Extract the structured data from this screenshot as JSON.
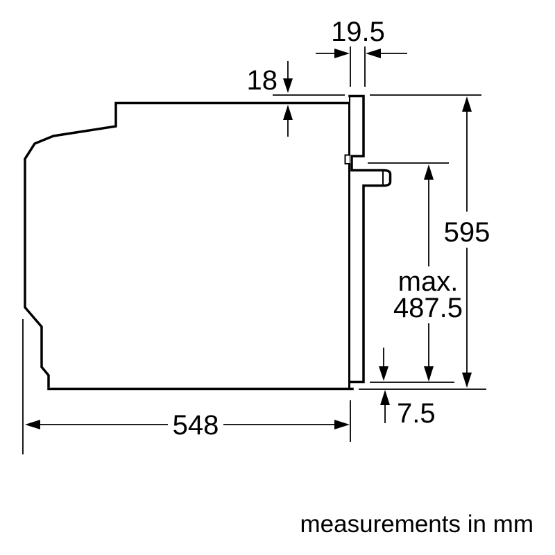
{
  "diagram": {
    "dimensions": {
      "door_thickness": "19.5",
      "top_protrusion": "18",
      "total_height": "595",
      "max_prefix": "max.",
      "max_depth": "487.5",
      "bottom_clearance": "7.5",
      "body_depth": "548"
    },
    "footer_note": "measurements in mm",
    "colors": {
      "line": "#000000",
      "background": "#ffffff"
    }
  }
}
